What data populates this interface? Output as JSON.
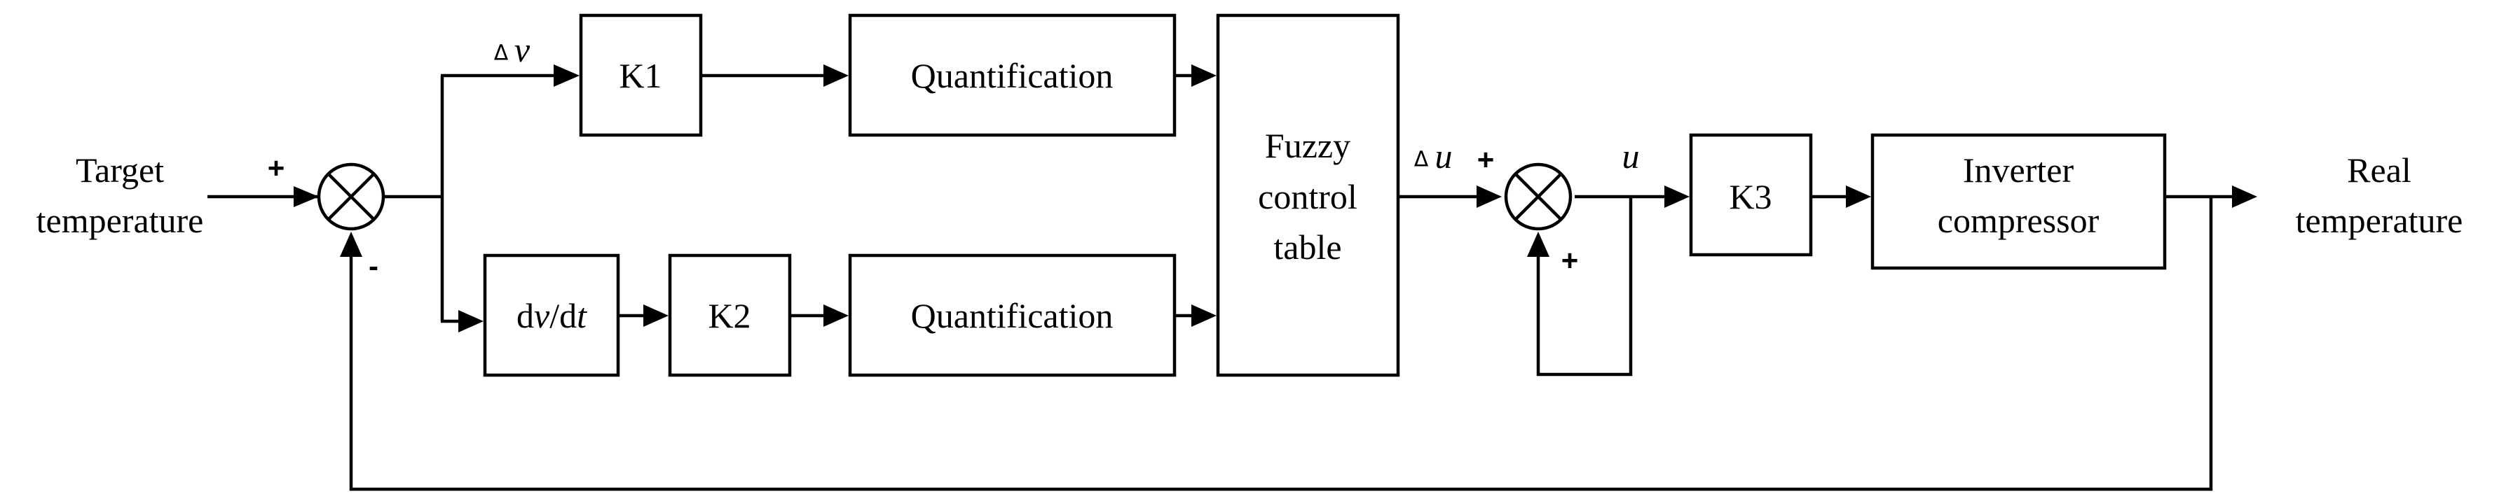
{
  "inputs": {
    "target_line1": "Target",
    "target_line2": "temperature"
  },
  "outputs": {
    "real_line1": "Real",
    "real_line2": "temperature"
  },
  "blocks": {
    "k1": "K1",
    "k2": "K2",
    "k3": "K3",
    "quant_top": "Quantification",
    "quant_bottom": "Quantification",
    "derivative": "dv/dt",
    "fuzzy_line1": "Fuzzy",
    "fuzzy_line2": "control",
    "fuzzy_line3": "table",
    "inverter_line1": "Inverter",
    "inverter_line2": "compressor"
  },
  "signals": {
    "delta_v_symbol": "Δ",
    "delta_v_var": "v",
    "delta_u_symbol": "Δ",
    "delta_u_var": "u",
    "u_var": "u"
  },
  "signs": {
    "sum1_plus": "+",
    "sum1_minus": "-",
    "sum2_plus_left": "+",
    "sum2_plus_bottom": "+"
  }
}
